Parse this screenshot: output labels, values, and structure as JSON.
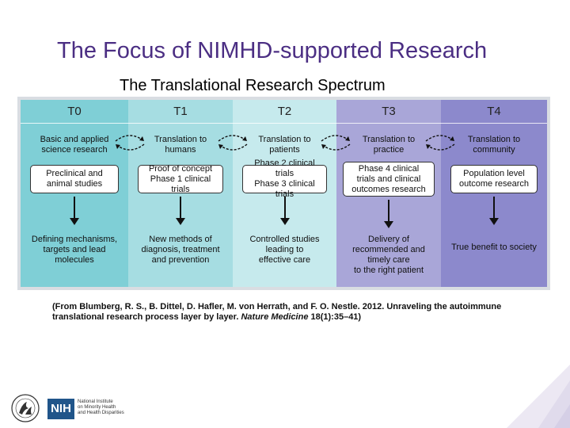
{
  "slide": {
    "title": "The Focus of NIMHD-supported Research",
    "subtitle": "The Translational Research Spectrum"
  },
  "spectrum": {
    "columns": [
      {
        "head": "T0",
        "stage_line1": "Basic and applied",
        "stage_line2": "science research",
        "box_line1": "Preclinical and",
        "box_line2": "animal studies",
        "box_line3": "",
        "out_line1": "Defining mechanisms,",
        "out_line2": "targets and lead",
        "out_line3": "molecules",
        "out_line4": ""
      },
      {
        "head": "T1",
        "stage_line1": "Translation to",
        "stage_line2": "humans",
        "box_line1": "Proof of concept",
        "box_line2": "Phase 1 clinical trials",
        "box_line3": "",
        "out_line1": "New methods of",
        "out_line2": "diagnosis, treatment",
        "out_line3": "and prevention",
        "out_line4": ""
      },
      {
        "head": "T2",
        "stage_line1": "Translation to",
        "stage_line2": "patients",
        "box_line1": "Phase 2 clinical trials",
        "box_line2": "Phase 3 clinical trials",
        "box_line3": "",
        "out_line1": "Controlled studies",
        "out_line2": "leading to",
        "out_line3": "effective care",
        "out_line4": ""
      },
      {
        "head": "T3",
        "stage_line1": "Translation to",
        "stage_line2": "practice",
        "box_line1": "Phase 4 clinical",
        "box_line2": "trials and clinical",
        "box_line3": "outcomes research",
        "out_line1": "Delivery of",
        "out_line2": "recommended and",
        "out_line3": "timely care",
        "out_line4": "to the right patient"
      },
      {
        "head": "T4",
        "stage_line1": "Translation to",
        "stage_line2": "community",
        "box_line1": "Population level",
        "box_line2": "outcome research",
        "box_line3": "",
        "out_line1": "True benefit to society",
        "out_line2": "",
        "out_line3": "",
        "out_line4": ""
      }
    ],
    "colors": {
      "t0": "#7fcfd6",
      "t1": "#a6dde2",
      "t2": "#c6eaed",
      "t3": "#a9a6d8",
      "t4": "#8c89cc"
    }
  },
  "citation": {
    "prefix": "(From Blumberg, R. S., B. Dittel, D. Hafler, M. von Herrath, and F. O. Nestle. 2012. Unraveling the autoimmune translational research process layer by layer. ",
    "journal": "Nature Medicine",
    "suffix": " 18(1):35–41)"
  },
  "footer": {
    "nih_label": "NIH",
    "institute_line1": "National Institute",
    "institute_line2": "on Minority Health",
    "institute_line3": "and Health Disparities"
  }
}
